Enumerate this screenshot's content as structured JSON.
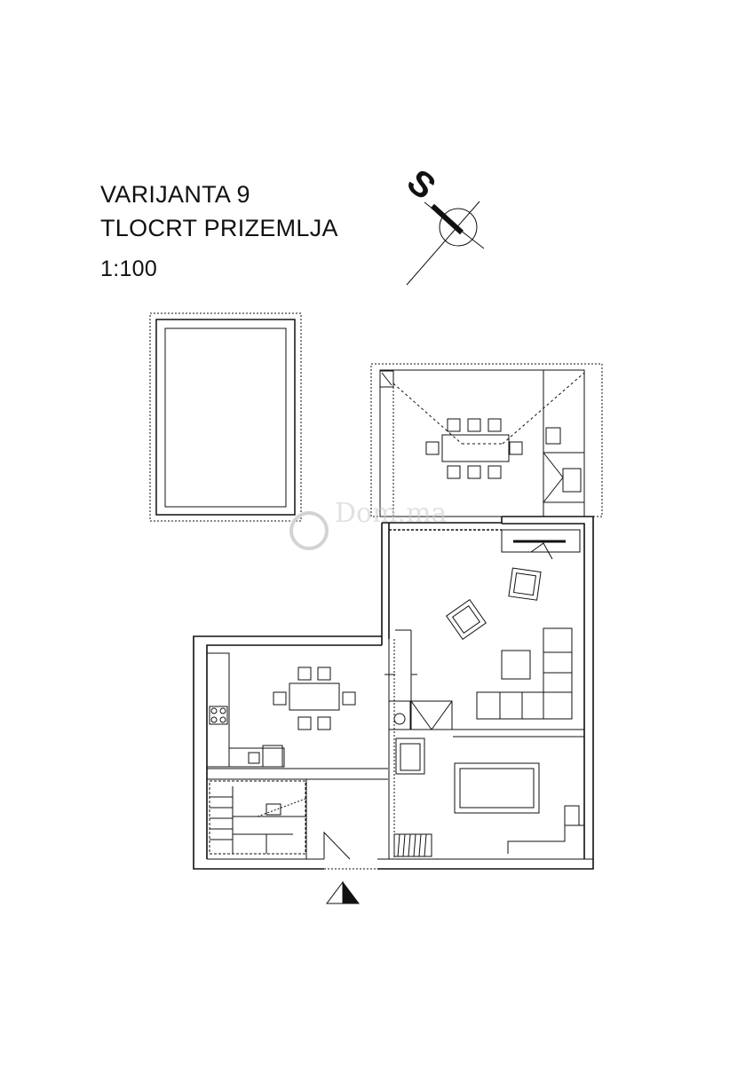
{
  "title": {
    "line1": "VARIJANTA 9",
    "line2": "TLOCRT PRIZEMLJA",
    "scale": "1:100"
  },
  "north_arrow": {
    "letter": "S"
  },
  "watermark": {
    "text": "Dom.ma"
  },
  "colors": {
    "ink": "#111111",
    "watermark": "#c9c9c9",
    "background": "#ffffff"
  }
}
